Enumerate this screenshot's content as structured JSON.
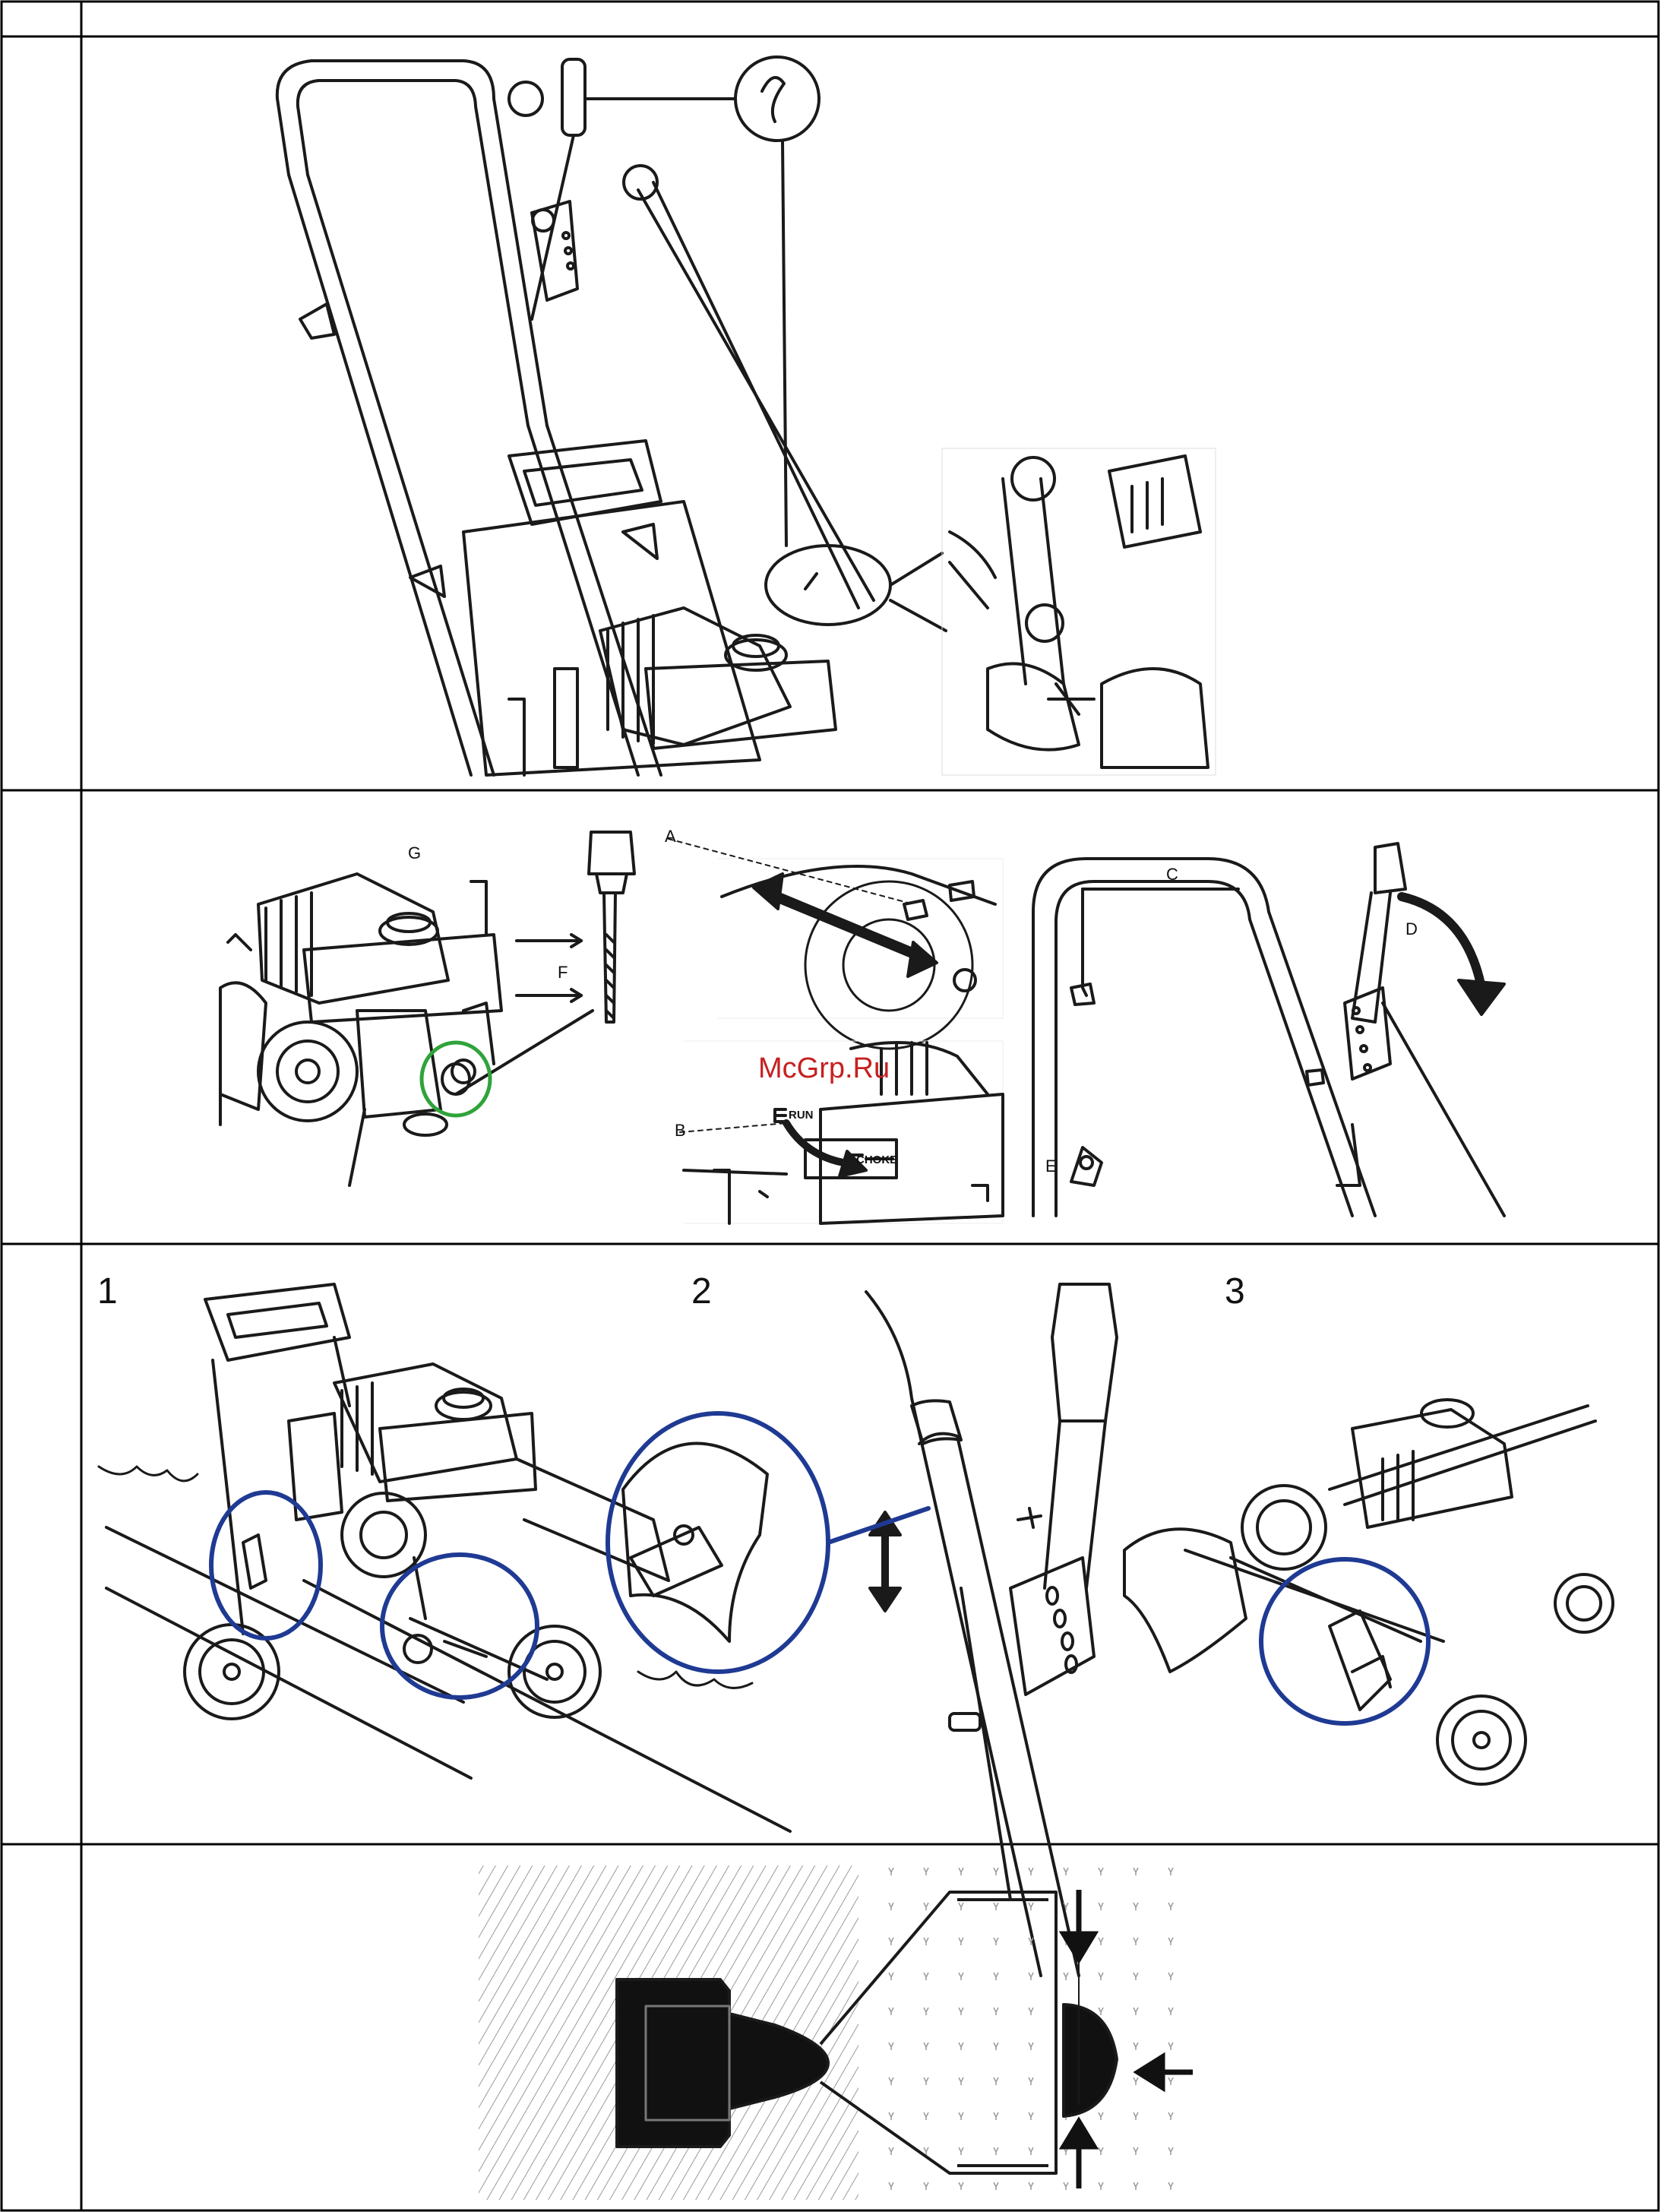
{
  "labels": {
    "A": "A",
    "B": "B",
    "C": "C",
    "D": "D",
    "E": "E",
    "F": "F",
    "G": "G",
    "run": "RUN",
    "choke": "CHOKE",
    "step1": "1",
    "step2": "2",
    "step3": "3"
  },
  "watermark": "McGrp.Ru",
  "colors": {
    "circle_blue": "#1f3a93",
    "circle_green": "#2fa33a",
    "watermark": "#c62020",
    "line": "#1a1a1a"
  }
}
